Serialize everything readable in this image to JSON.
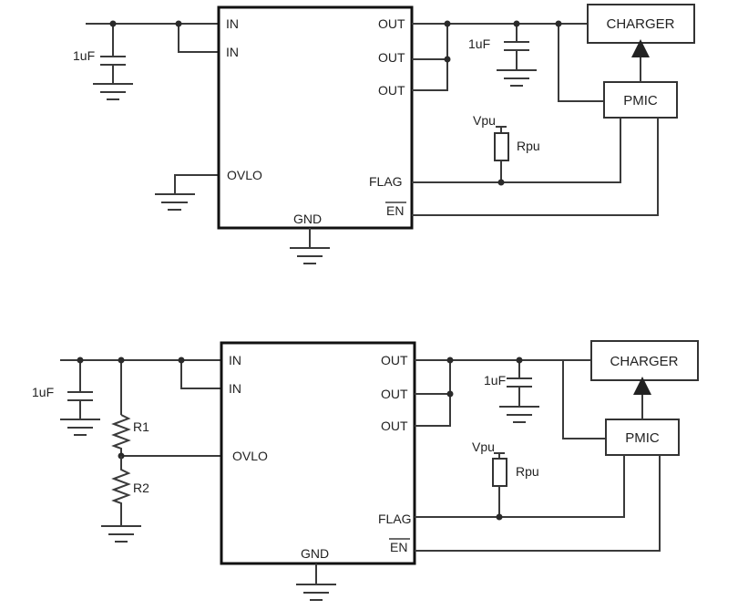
{
  "circuits": [
    {
      "cap_in": "1uF",
      "cap_out": "1uF",
      "pins": {
        "in1": "IN",
        "in2": "IN",
        "ovlo": "OVLO",
        "gnd": "GND",
        "out1": "OUT",
        "out2": "OUT",
        "out3": "OUT",
        "flag": "FLAG",
        "en": "EN"
      },
      "charger": "CHARGER",
      "pmic": "PMIC",
      "vpu": "Vpu",
      "rpu": "Rpu"
    },
    {
      "cap_in": "1uF",
      "cap_out": "1uF",
      "r1": "R1",
      "r2": "R2",
      "pins": {
        "in1": "IN",
        "in2": "IN",
        "ovlo": "OVLO",
        "gnd": "GND",
        "out1": "OUT",
        "out2": "OUT",
        "out3": "OUT",
        "flag": "FLAG",
        "en": "EN"
      },
      "charger": "CHARGER",
      "pmic": "PMIC",
      "vpu": "Vpu",
      "rpu": "Rpu"
    }
  ]
}
